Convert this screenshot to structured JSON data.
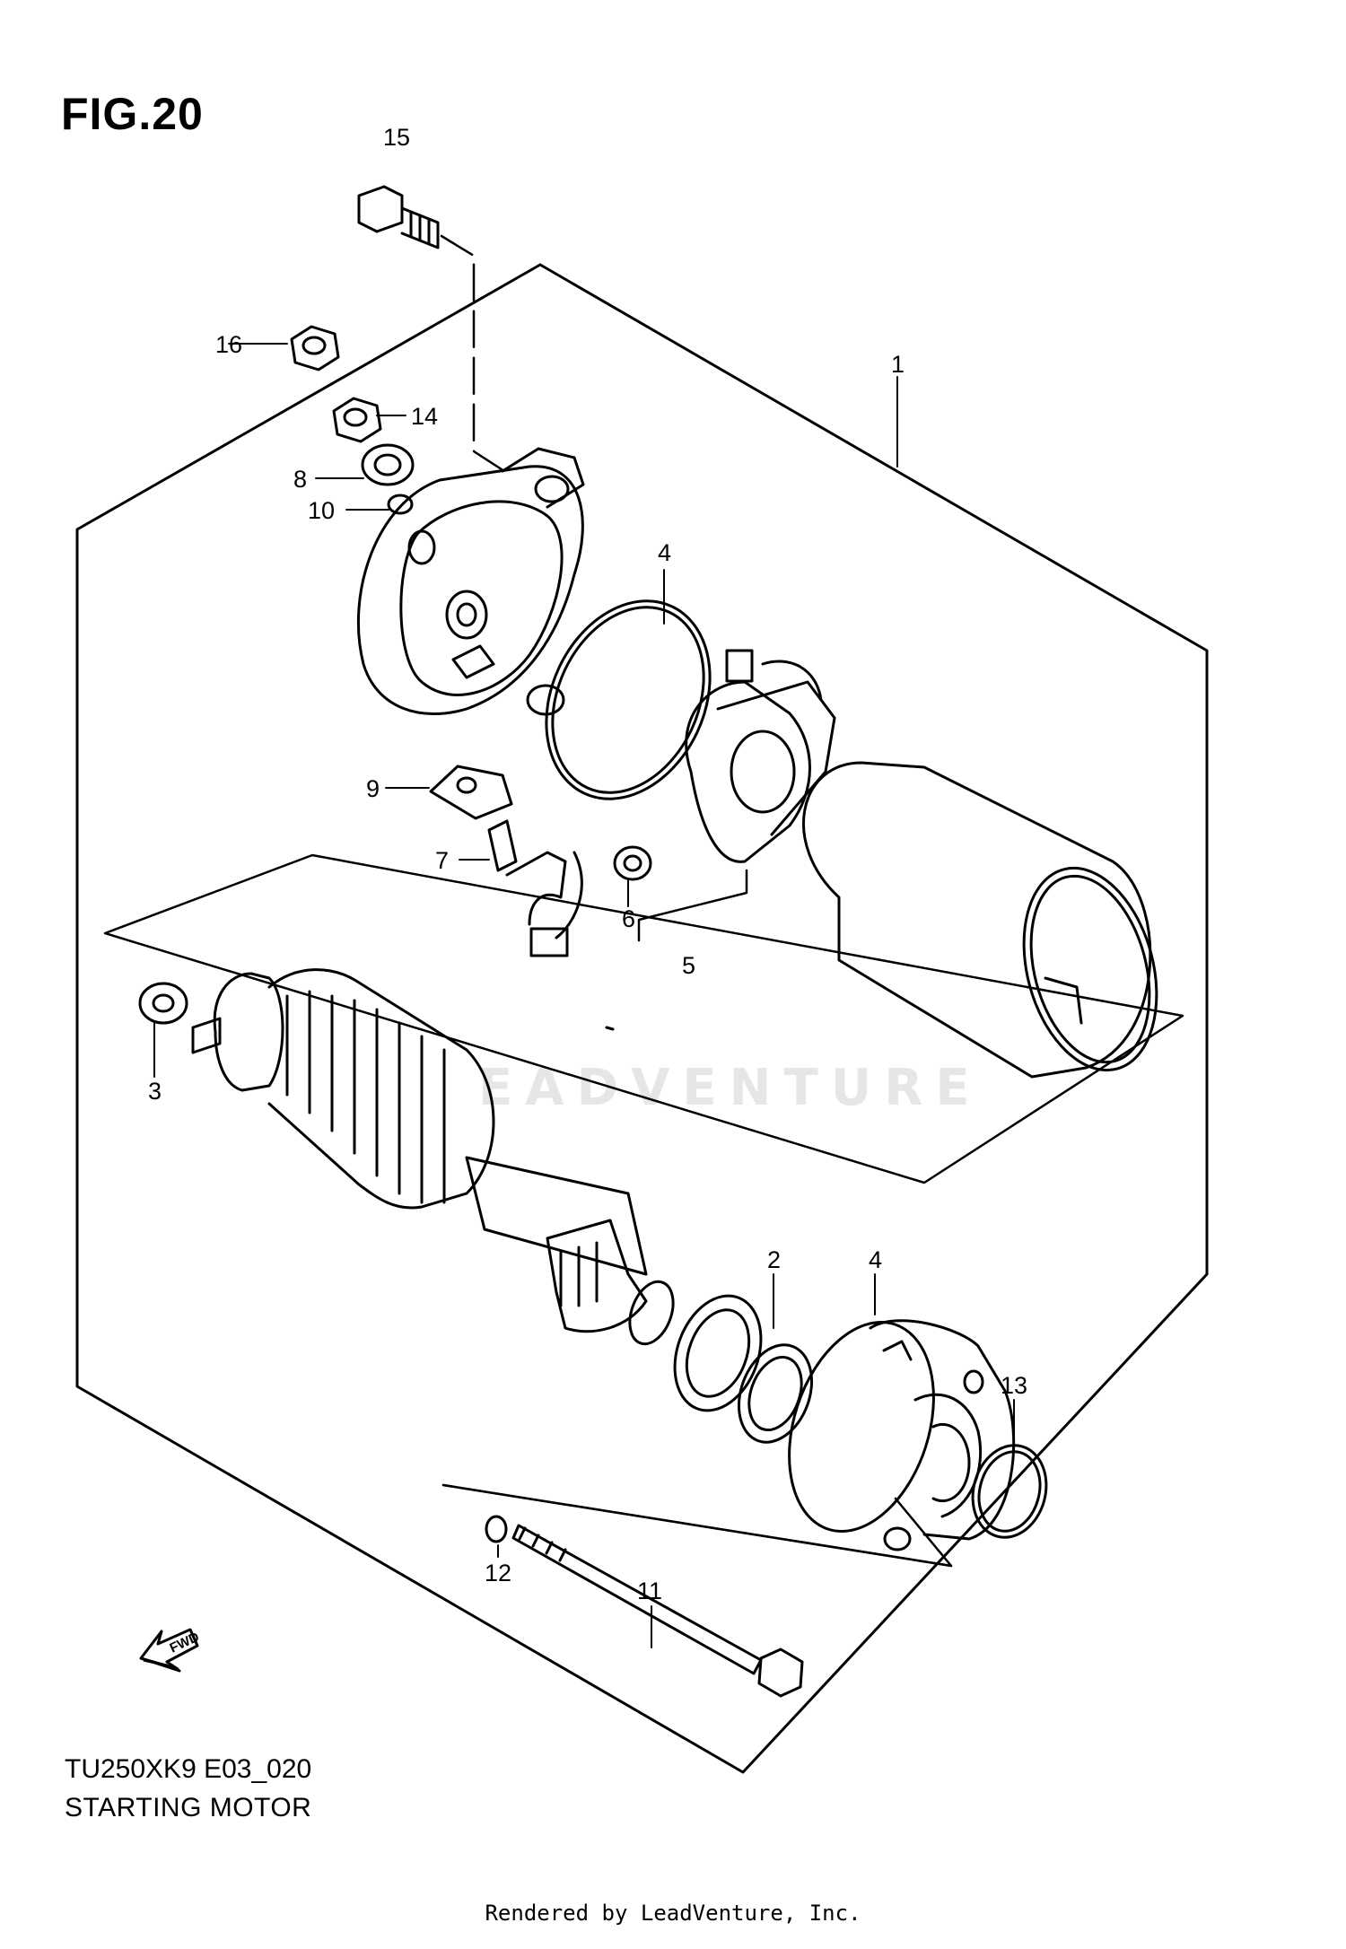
{
  "figure": {
    "title": "FIG.20",
    "model_code": "TU250XK9 E03_020",
    "subtitle": "STARTING MOTOR"
  },
  "watermark": "EADVENTURE",
  "footer": "Rendered by LeadVenture, Inc.",
  "fwd_label": "FWD",
  "callouts": [
    {
      "id": "1",
      "label": "1"
    },
    {
      "id": "2",
      "label": "2"
    },
    {
      "id": "3",
      "label": "3"
    },
    {
      "id": "4a",
      "label": "4"
    },
    {
      "id": "4b",
      "label": "4"
    },
    {
      "id": "5",
      "label": "5"
    },
    {
      "id": "6",
      "label": "6"
    },
    {
      "id": "7",
      "label": "7"
    },
    {
      "id": "8",
      "label": "8"
    },
    {
      "id": "9",
      "label": "9"
    },
    {
      "id": "10",
      "label": "10"
    },
    {
      "id": "11",
      "label": "11"
    },
    {
      "id": "12",
      "label": "12"
    },
    {
      "id": "13",
      "label": "13"
    },
    {
      "id": "14",
      "label": "14"
    },
    {
      "id": "15",
      "label": "15"
    },
    {
      "id": "16",
      "label": "16"
    }
  ]
}
